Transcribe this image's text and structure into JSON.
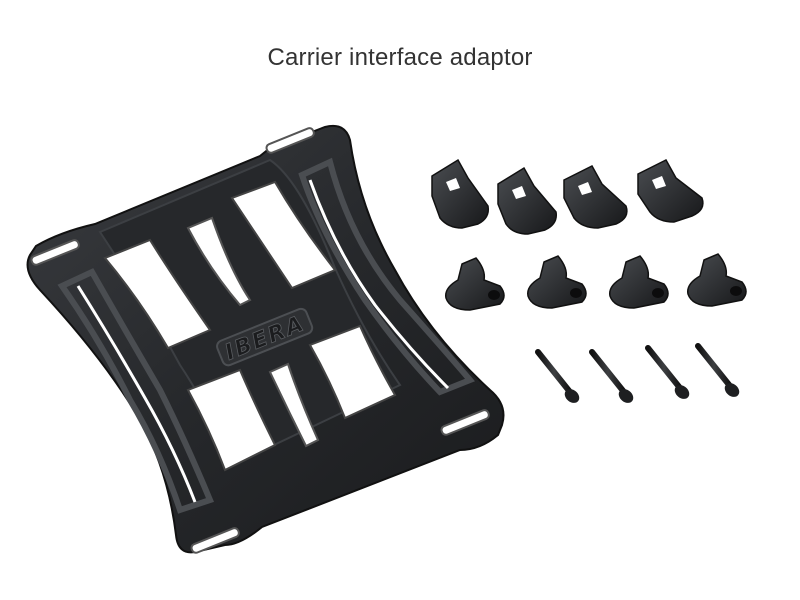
{
  "caption": "Carrier interface adaptor",
  "logo_text": "IBERA",
  "colors": {
    "background": "#ffffff",
    "caption_text": "#333333",
    "part_dark": "#1e1f21",
    "part_mid": "#2f3134",
    "part_highlight": "#55585c"
  },
  "parts": {
    "plate": "adaptor-plate",
    "clip_top_row_count": 4,
    "clip_bottom_row_count": 4,
    "bolt_count": 4
  }
}
